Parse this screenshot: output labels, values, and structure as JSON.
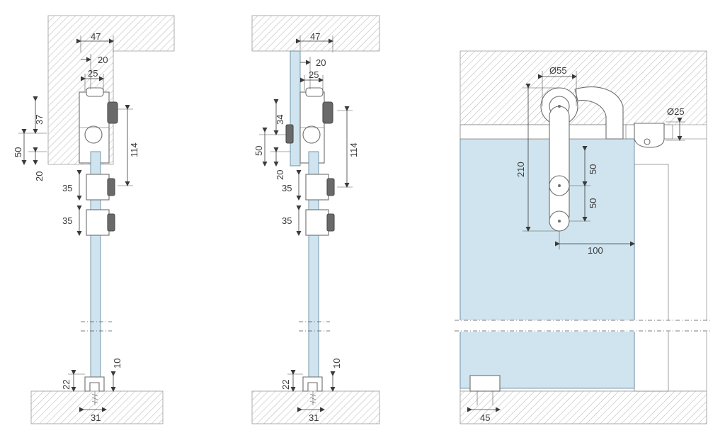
{
  "colors": {
    "hatch": "#a8a8a8",
    "glass": "#cfe4ef",
    "line": "#3a3a3a",
    "part": "#6d6d6d"
  },
  "drawings": [
    {
      "name": "section-a",
      "dimensions": [
        "47",
        "20",
        "25",
        "37",
        "50",
        "20",
        "114",
        "35",
        "35",
        "22",
        "10",
        "31"
      ]
    },
    {
      "name": "section-b",
      "dimensions": [
        "47",
        "20",
        "25",
        "34",
        "50",
        "20",
        "114",
        "35",
        "35",
        "22",
        "10",
        "31"
      ]
    },
    {
      "name": "front-view",
      "dimensions": [
        "Ø55",
        "Ø25",
        "210",
        "50",
        "50",
        "100",
        "45"
      ]
    }
  ]
}
